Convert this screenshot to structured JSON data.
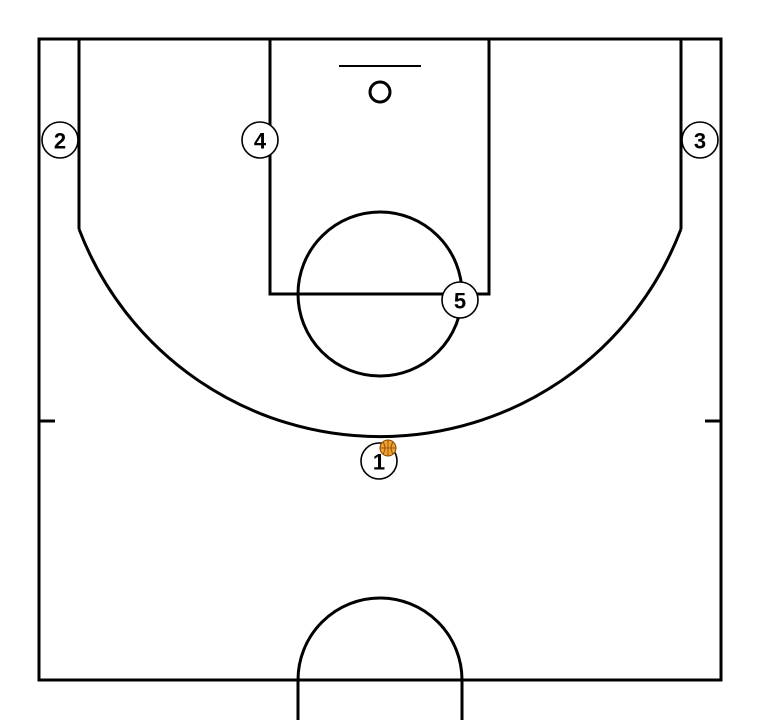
{
  "diagram": {
    "colors": {
      "court_line": "#000000",
      "background": "#ffffff",
      "ball": "#f0a030",
      "ball_seams": "#8a4a00"
    },
    "players": [
      {
        "id": "player-1",
        "label": "1",
        "has_ball": true
      },
      {
        "id": "player-2",
        "label": "2",
        "has_ball": false
      },
      {
        "id": "player-3",
        "label": "3",
        "has_ball": false
      },
      {
        "id": "player-4",
        "label": "4",
        "has_ball": false
      },
      {
        "id": "player-5",
        "label": "5",
        "has_ball": false
      }
    ]
  }
}
